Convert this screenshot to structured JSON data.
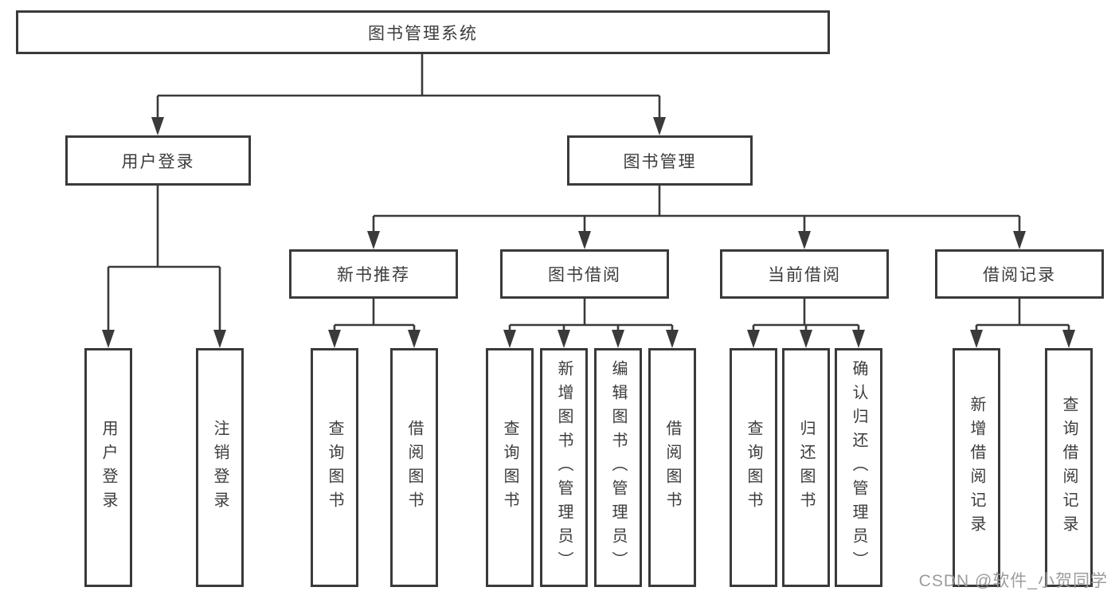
{
  "diagram": {
    "root": {
      "label": "图书管理系统"
    },
    "level2": {
      "user_login": {
        "label": "用户登录"
      },
      "book_management": {
        "label": "图书管理"
      }
    },
    "level3": {
      "new_book_recommend": {
        "label": "新书推荐"
      },
      "book_borrowing": {
        "label": "图书借阅"
      },
      "current_borrowing": {
        "label": "当前借阅"
      },
      "borrowing_records": {
        "label": "借阅记录"
      }
    },
    "leaves": {
      "user_login": [
        "用户登录",
        "注销登录"
      ],
      "new_book_recommend": [
        "查询图书",
        "借阅图书"
      ],
      "book_borrowing": [
        "查询图书",
        "新增图书（管理员）",
        "编辑图书（管理员）",
        "借阅图书"
      ],
      "current_borrowing": [
        "查询图书",
        "归还图书",
        "确认归还（管理员）"
      ],
      "borrowing_records": [
        "新增借阅记录",
        "查询借阅记录"
      ]
    }
  },
  "watermark": {
    "text": "CSDN @软件_小贺同学"
  },
  "colors": {
    "line": "#3a3a3a",
    "box_border": "#3a3a3a",
    "box_background": "#ffffff",
    "text": "#3c3c3c",
    "watermark": "#9c9c9c",
    "page_background": "#ffffff"
  }
}
